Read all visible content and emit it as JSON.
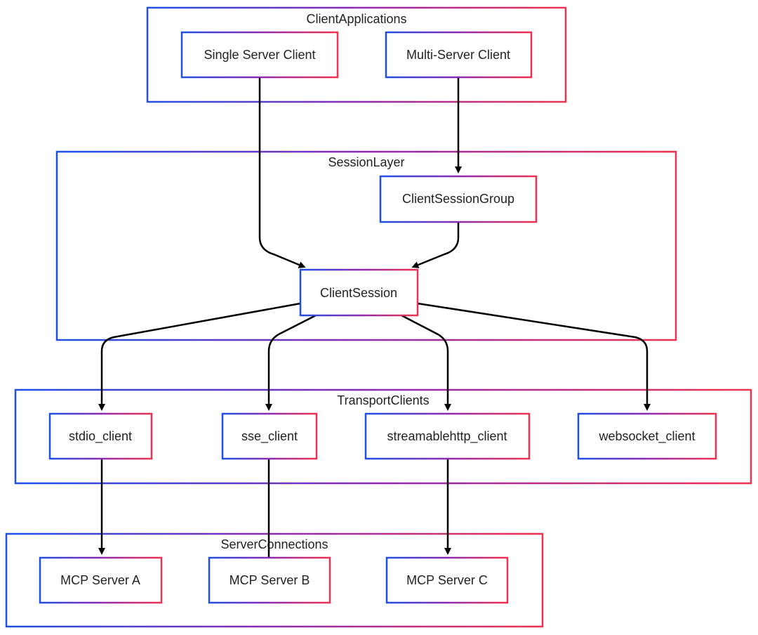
{
  "groups": {
    "client_applications": "ClientApplications",
    "session_layer": "SessionLayer",
    "transport_clients": "TransportClients",
    "server_connections": "ServerConnections"
  },
  "nodes": {
    "single_server_client": "Single Server Client",
    "multi_server_client": "Multi-Server Client",
    "client_session_group": "ClientSessionGroup",
    "client_session": "ClientSession",
    "stdio_client": "stdio_client",
    "sse_client": "sse_client",
    "streamablehttp_client": "streamablehttp_client",
    "websocket_client": "websocket_client",
    "mcp_server_a": "MCP Server A",
    "mcp_server_b": "MCP Server B",
    "mcp_server_c": "MCP Server C"
  },
  "colors": {
    "gradient_start": "#1f4fe8",
    "gradient_mid": "#8b2bb0",
    "gradient_end": "#f0324f",
    "edge": "#000000",
    "text": "#222222"
  }
}
